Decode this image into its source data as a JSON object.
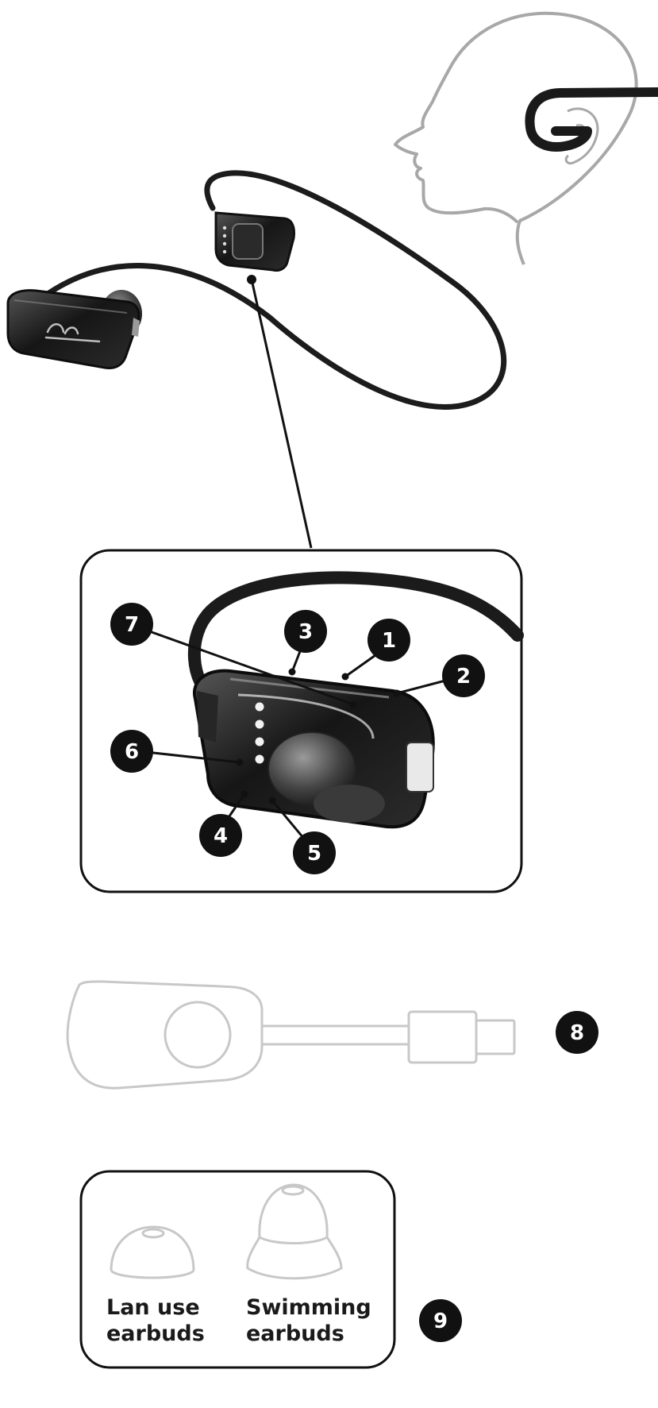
{
  "callouts": {
    "c1": "1",
    "c2": "2",
    "c3": "3",
    "c4": "4",
    "c5": "5",
    "c6": "6",
    "c7": "7",
    "c8": "8",
    "c9": "9"
  },
  "earbuds": {
    "lan_line1": "Lan use",
    "lan_line2": "earbuds",
    "swim_line1": "Swimming",
    "swim_line2": "earbuds"
  },
  "colors": {
    "outline_gray": "#a8a8a8",
    "light_gray": "#c8c8c8",
    "device_dark": "#1b1b1b",
    "badge": "#111111"
  }
}
